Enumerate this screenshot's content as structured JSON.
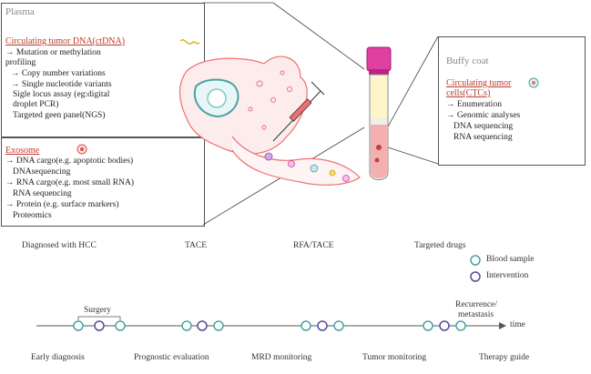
{
  "plasma": {
    "title": "Plasma",
    "ctdna_heading": "Circulating tumor DNA(ctDNA)",
    "ctdna_items": [
      "→ Mutation or methylation",
      "profiling",
      "→ Copy number variations",
      "→ Single nucleotide variants",
      "Sigle  locus assay (eg:digital",
      "droplet PCR)",
      "Targeted geen panel(NGS)"
    ],
    "exosome_heading": "Exosome",
    "exosome_items": [
      "→ DNA cargo(e.g. apoptotic bodies)",
      "DNAsequencing",
      "→ RNA cargo(e.g. most small RNA)",
      "RNA sequencing",
      "→ Protein (e.g. surface markers)",
      "Proteomics"
    ]
  },
  "buffy": {
    "title": "Buffy coat",
    "ctc_heading_1": "Circulating tumor",
    "ctc_heading_2": "cells(CTCs)",
    "items": [
      "→ Enumeration",
      "→ Genomic analyses",
      "DNA   sequencing",
      "RNA sequencing"
    ]
  },
  "stages": [
    "Diagnosed with HCC",
    "TACE",
    "RFA/TACE",
    "Targeted drugs"
  ],
  "legend": {
    "blood": "Blood sample",
    "intervention": "Intervention"
  },
  "timeline": {
    "surgery": "Surgery",
    "recurrence_1": "Recurrence/",
    "recurrence_2": "metastasis",
    "axis": "time"
  },
  "phases": [
    "Early diagnosis",
    "Prognostic evaluation",
    "MRD monitoring",
    "Tumor monitoring",
    "Therapy guide"
  ],
  "colors": {
    "blood": "#4aa3a3",
    "intervention": "#5a4a9a",
    "accent": "#c0392b",
    "tube_cap": "#e040a0"
  }
}
